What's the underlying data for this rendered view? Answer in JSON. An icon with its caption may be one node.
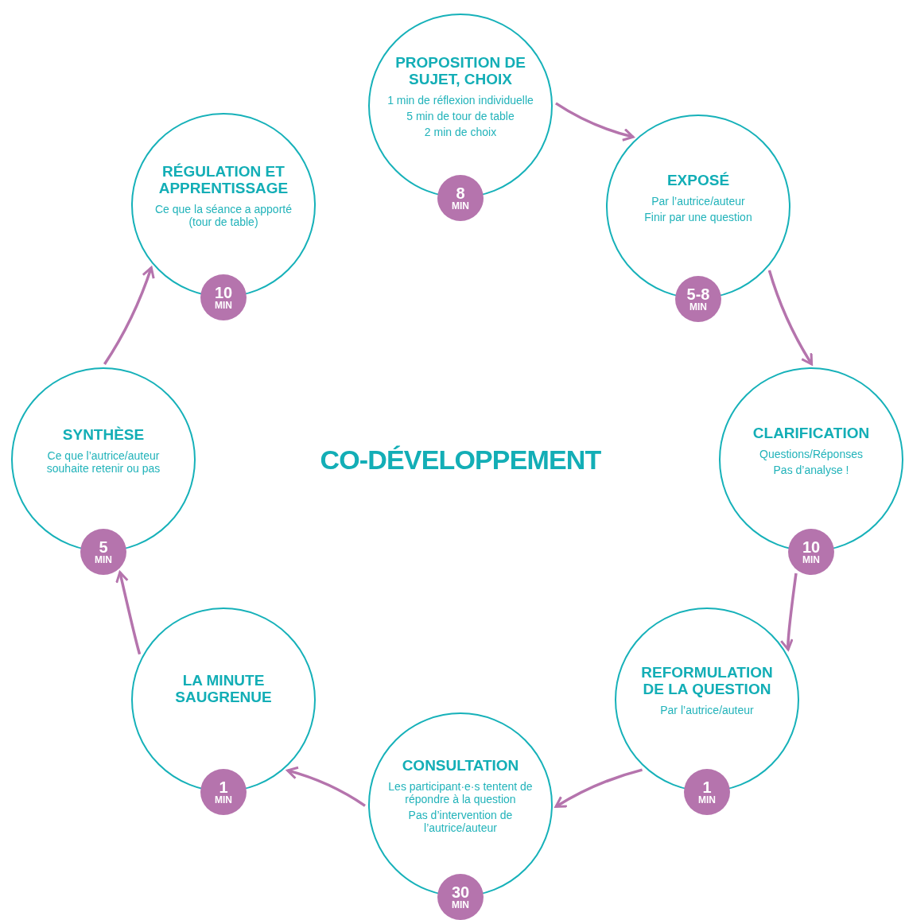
{
  "diagram": {
    "title": "CO-DÉVELOPPEMENT",
    "nodes": [
      {
        "text": [
          "PROPOSITION DE SUJET, CHOIX",
          "1 min de réflexion individuelle",
          "5 min de tour de table",
          "2 min de choix"
        ]
      },
      {
        "text": [
          "8",
          "MIN"
        ]
      },
      {
        "text": [
          "EXPOSÉ",
          "Par l’autrice/auteur",
          "Finir par une question"
        ]
      },
      {
        "text": [
          "5-8",
          "MIN"
        ]
      },
      {
        "text": [
          "CLARIFICATION",
          "Questions/Réponses",
          "Pas d’analyse !"
        ]
      },
      {
        "text": [
          "10",
          "MIN"
        ]
      },
      {
        "text": [
          "REFORMULATION DE LA QUESTION",
          "Par l’autrice/auteur"
        ]
      },
      {
        "text": [
          "1",
          "MIN"
        ]
      },
      {
        "text": [
          "CONSULTATION",
          "Les participant·e·s tentent de répondre à la question",
          "Pas d’intervention de l’autrice/auteur"
        ]
      },
      {
        "text": [
          "30",
          "MIN"
        ]
      },
      {
        "text": [
          "LA MINUTE SAUGRENUE"
        ]
      },
      {
        "text": [
          "1",
          "MIN"
        ]
      },
      {
        "text": [
          "SYNTHÈSE",
          "Ce que l’autrice/auteur souhaite retenir ou pas"
        ]
      },
      {
        "text": [
          "5",
          "MIN"
        ]
      },
      {
        "text": [
          "RÉGULATION ET APPRENTISSAGE",
          "Ce que la séance a apporté (tour de table)"
        ]
      },
      {
        "text": [
          "10",
          "MIN"
        ]
      }
    ],
    "edges": [
      {
        "from": 0,
        "to": 2,
        "arrow": "to"
      },
      {
        "from": 2,
        "to": 4,
        "arrow": "to"
      },
      {
        "from": 5,
        "to": 6,
        "arrow": "to"
      },
      {
        "from": 6,
        "to": 8,
        "arrow": "to"
      },
      {
        "from": 8,
        "to": 10,
        "arrow": "to"
      },
      {
        "from": 10,
        "to": 13,
        "arrow": "to"
      },
      {
        "from": 12,
        "to": 14,
        "arrow": "to"
      }
    ]
  }
}
